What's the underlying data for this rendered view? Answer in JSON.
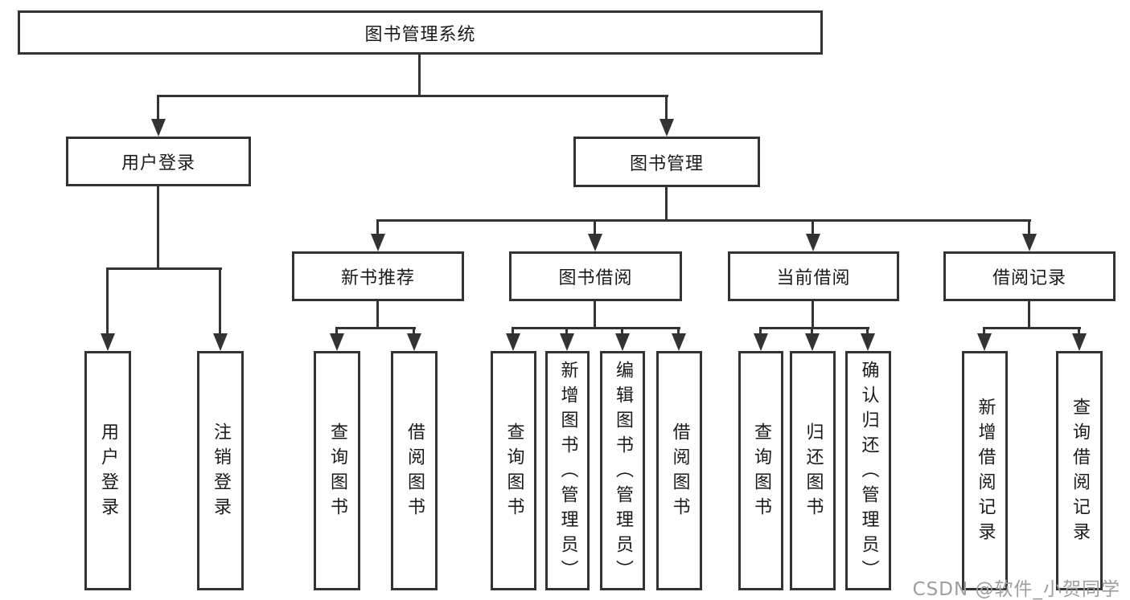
{
  "diagram_title": "图书管理系统",
  "tree": {
    "root": {
      "label": "图书管理系统"
    },
    "branches": [
      {
        "label": "用户登录",
        "children": [
          {
            "label": "用户登录"
          },
          {
            "label": "注销登录"
          }
        ]
      },
      {
        "label": "图书管理",
        "children": [
          {
            "label": "新书推荐",
            "children": [
              {
                "label": "查询图书"
              },
              {
                "label": "借阅图书"
              }
            ]
          },
          {
            "label": "图书借阅",
            "children": [
              {
                "label": "查询图书"
              },
              {
                "label": "新增图书（管理员）"
              },
              {
                "label": "编辑图书（管理员）"
              },
              {
                "label": "借阅图书"
              }
            ]
          },
          {
            "label": "当前借阅",
            "children": [
              {
                "label": "查询图书"
              },
              {
                "label": "归还图书"
              },
              {
                "label": "确认归还（管理员）"
              }
            ]
          },
          {
            "label": "借阅记录",
            "children": [
              {
                "label": "新增借阅记录"
              },
              {
                "label": "查询借阅记录"
              }
            ]
          }
        ]
      }
    ]
  },
  "watermark": {
    "text": "CSDN @软件_小贺同学",
    "color": "#9e9e9e"
  },
  "colors": {
    "line": "#333333",
    "text": "#1a1a1a",
    "background": "#ffffff"
  }
}
